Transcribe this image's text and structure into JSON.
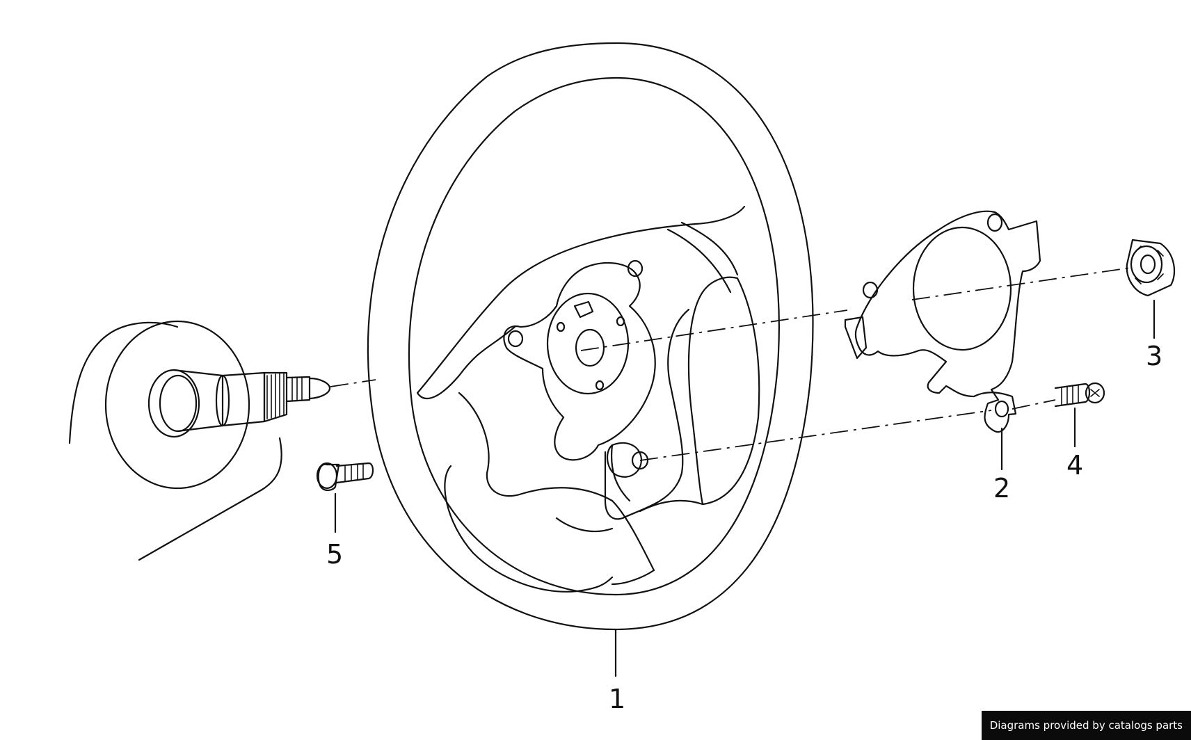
{
  "diagram": {
    "callouts": [
      {
        "id": "1",
        "label": "1"
      },
      {
        "id": "2",
        "label": "2"
      },
      {
        "id": "3",
        "label": "3"
      },
      {
        "id": "4",
        "label": "4"
      },
      {
        "id": "5",
        "label": "5"
      }
    ]
  },
  "footer": {
    "credit": "Diagrams provided by catalogs parts"
  }
}
